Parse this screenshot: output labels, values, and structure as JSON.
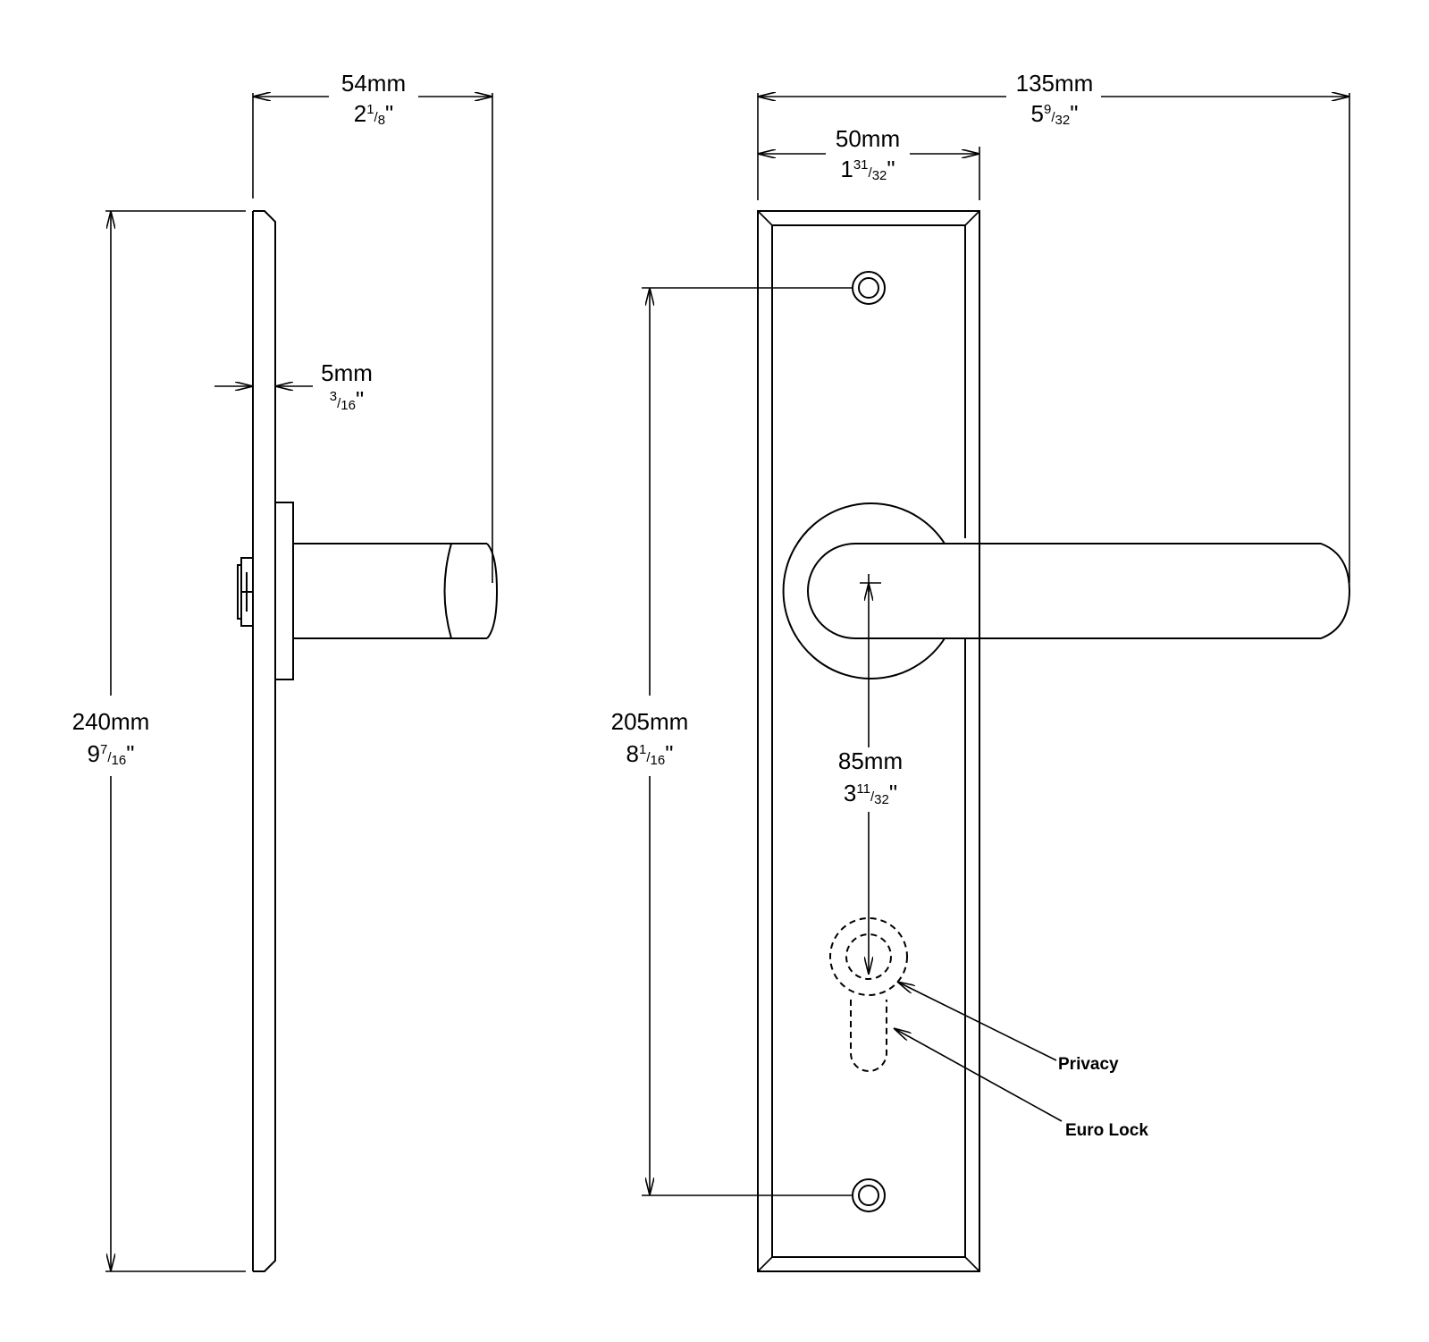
{
  "dimensions": {
    "overall_depth": {
      "mm": "54mm",
      "in_whole": "2",
      "in_num": "1",
      "in_den": "8",
      "in_mark": "\""
    },
    "overall_length": {
      "mm": "135mm",
      "in_whole": "5",
      "in_num": "9",
      "in_den": "32",
      "in_mark": "\""
    },
    "plate_width": {
      "mm": "50mm",
      "in_whole": "1",
      "in_num": "31",
      "in_den": "32",
      "in_mark": "\""
    },
    "plate_thickness": {
      "mm": "5mm",
      "in_num": "3",
      "in_den": "16",
      "in_mark": "\""
    },
    "plate_height": {
      "mm": "240mm",
      "in_whole": "9",
      "in_num": "7",
      "in_den": "16",
      "in_mark": "\""
    },
    "screw_centers": {
      "mm": "205mm",
      "in_whole": "8",
      "in_num": "1",
      "in_den": "16",
      "in_mark": "\""
    },
    "backset": {
      "mm": "85mm",
      "in_whole": "3",
      "in_num": "11",
      "in_den": "32",
      "in_mark": "\""
    }
  },
  "callouts": {
    "privacy": "Privacy",
    "euro_lock": "Euro Lock"
  }
}
